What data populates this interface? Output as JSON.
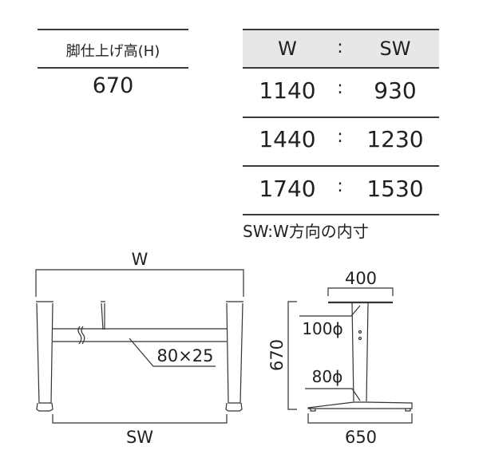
{
  "height_table": {
    "header": "脚仕上げ高(H)",
    "value": "670"
  },
  "size_table": {
    "header": {
      "w": "W",
      "sep": ":",
      "sw": "SW"
    },
    "rows": [
      {
        "w": "1140",
        "sep": ":",
        "sw": "930"
      },
      {
        "w": "1440",
        "sep": ":",
        "sw": "1230"
      },
      {
        "w": "1740",
        "sep": ":",
        "sw": "1530"
      }
    ],
    "note": "SW:W方向の内寸",
    "header_bg": "#e6e7e8"
  },
  "front_view": {
    "width_label": "W",
    "inner_width_label": "SW",
    "beam_label": "80×25"
  },
  "side_view": {
    "top_label": "400",
    "height_label": "670",
    "upper_diameter": "100ϕ",
    "lower_diameter": "80ϕ",
    "base_label": "650"
  }
}
